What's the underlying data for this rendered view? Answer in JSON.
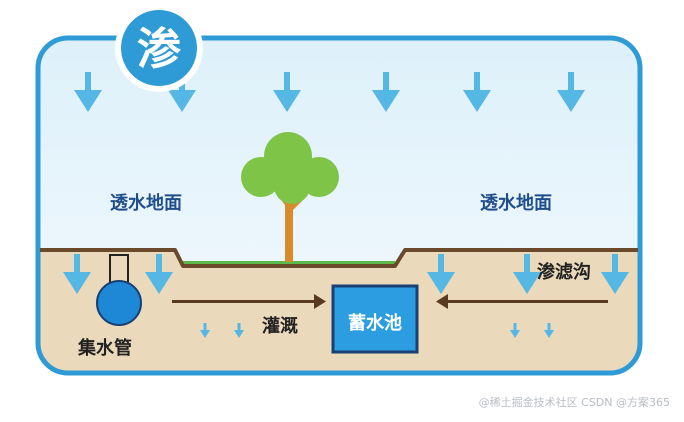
{
  "badge": {
    "text": "渗"
  },
  "labels": {
    "permeable_ground_left": "透水地面",
    "permeable_ground_right": "透水地面",
    "seepage_ditch": "渗滤沟",
    "collection_pipe": "集水管",
    "irrigation": "灌溉",
    "storage_tank": "蓄水池"
  },
  "watermark": {
    "text": "@稀土掘金技术社区 CSDN @方案365"
  },
  "colors": {
    "frame_border": "#2E9BD6",
    "sky_top": "#DDF0FA",
    "sky_bottom": "#F4FAFD",
    "ground": "#EBD9BB",
    "ground_line": "#6B4A2B",
    "grass": "#5BB94A",
    "rain_arrow": "#55B7E4",
    "pipe_blue": "#1E88D6",
    "tank_blue": "#2B9DE0",
    "trunk": "#D98A2B",
    "foliage": "#7DC447",
    "flow_arrow": "#5A3A1E",
    "text_blue": "#1F4E8C",
    "text_dark": "#222222"
  }
}
